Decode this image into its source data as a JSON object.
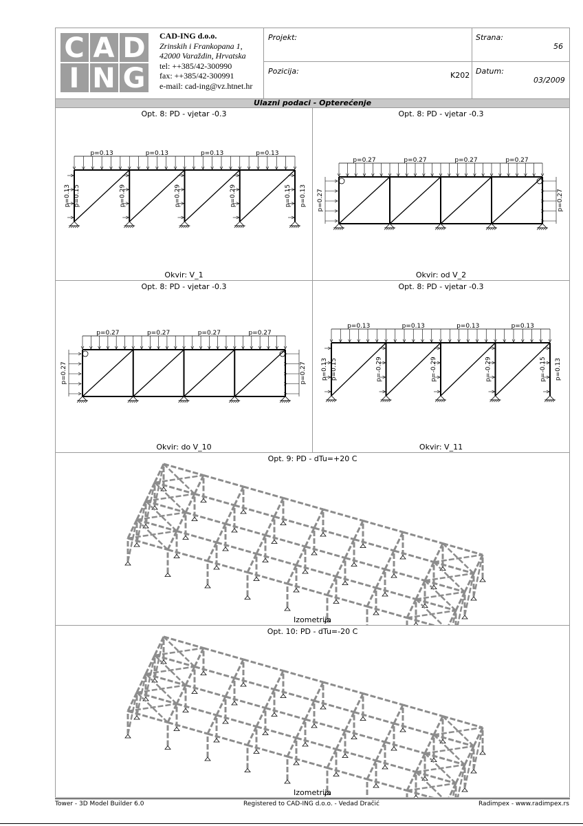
{
  "header": {
    "logo_letters": [
      "C",
      "A",
      "D",
      "I",
      "N",
      "G"
    ],
    "company": {
      "name": "CAD-ING d.o.o.",
      "street": "Zrinskih i Frankopana 1,",
      "city": "42000 Varaždin, Hrvatska",
      "tel": "tel: ++385/42-300990",
      "fax": "fax: ++385/42-300991",
      "email": "e-mail: cad-ing@vz.htnet.hr"
    },
    "projekt_label": "Projekt:",
    "projekt_value": "",
    "pozicija_label": "Pozicija:",
    "pozicija_value": "K202",
    "strana_label": "Strana:",
    "strana_value": "56",
    "datum_label": "Datum:",
    "datum_value": "03/2009"
  },
  "section_title": "Ulazni podaci - Opterećenje",
  "panels": [
    {
      "title": "Opt. 8: PD - vjetar -0.3",
      "caption": "Okvir: V_1",
      "top_loads": [
        "p=0.13",
        "p=0.13",
        "p=0.13",
        "p=0.13"
      ],
      "side_loads": [
        "p=0.13",
        "p=0.15",
        "p=0.29",
        "p=0.29",
        "p=0.29",
        "p=0.15",
        "p=0.13"
      ]
    },
    {
      "title": "Opt. 8: PD - vjetar -0.3",
      "caption": "Okvir: od V_2",
      "top_loads": [
        "p=0.27",
        "p=0.27",
        "p=0.27",
        "p=0.27"
      ],
      "side_loads": [
        "p=0.27",
        "p=0.27"
      ]
    },
    {
      "title": "Opt. 8: PD - vjetar -0.3",
      "caption": "Okvir: do V_10",
      "top_loads": [
        "p=0.27",
        "p=0.27",
        "p=0.27",
        "p=0.27"
      ],
      "side_loads": [
        "p=0.27",
        "p=0.27"
      ]
    },
    {
      "title": "Opt. 8: PD - vjetar -0.3",
      "caption": "Okvir: V_11",
      "top_loads": [
        "p=0.13",
        "p=0.13",
        "p=0.13",
        "p=0.13"
      ],
      "side_loads": [
        "p=0.13",
        "p=0.15",
        "p=-0.29",
        "p=-0.29",
        "p=-0.29",
        "p=-0.15",
        "p=0.13"
      ]
    },
    {
      "title": "Opt. 9: PD - dTu=+20 C",
      "caption": "Izometrija"
    },
    {
      "title": "Opt. 10: PD - dTu=-20 C",
      "caption": "Izometrija"
    }
  ],
  "footer": {
    "left": "Tower - 3D Model Builder 6.0",
    "center": "Registered to CAD-ING d.o.o. - Vedad Dračić",
    "right": "Radimpex - www.radimpex.rs"
  },
  "colors": {
    "logo_gray": "#9e9e9e",
    "band_gray": "#c8c8c8",
    "iso_gray": "#8c8c8c"
  }
}
